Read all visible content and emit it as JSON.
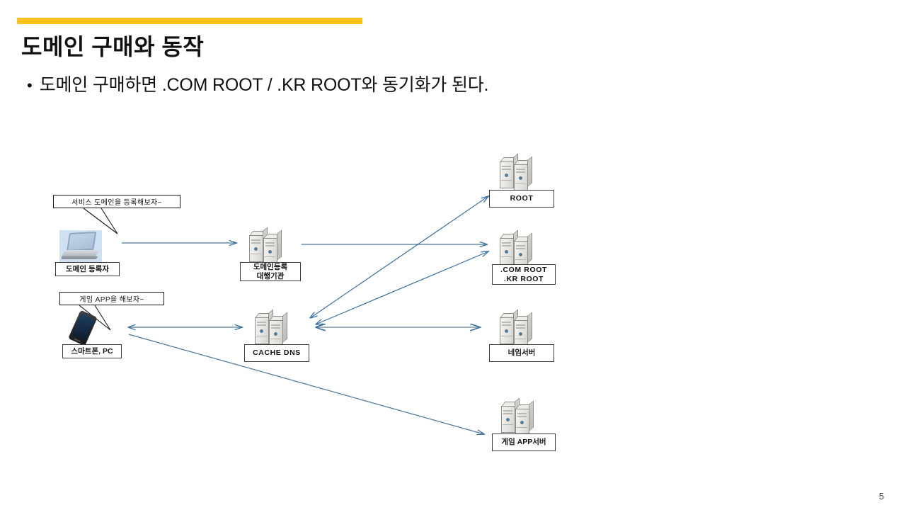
{
  "slide": {
    "title": "도메인 구매와 동작",
    "bullet_marker": "•",
    "bullet_text": "도메인 구매하면 .COM ROOT / .KR ROOT와 동기화가 된다.",
    "page_number": "5",
    "accent_color": "#fbc21b",
    "edge_color": "#3a6f9f",
    "edge_color_soft": "#7d95ad",
    "text_color": "#111111"
  },
  "diagram": {
    "callouts": [
      {
        "id": "registrant-callout",
        "text": "서비스 도메인을 등록해보자~"
      },
      {
        "id": "user-callout",
        "text": "게임 APP을 해보자~"
      }
    ],
    "nodes": [
      {
        "id": "domain-registrant",
        "label": "도메인 등록자",
        "icon": "laptop-icon",
        "lines": [
          "도메인 등록자"
        ]
      },
      {
        "id": "smartphone-pc",
        "label": "스마트폰, PC",
        "icon": "phone-icon",
        "lines": [
          "스마트폰, PC"
        ]
      },
      {
        "id": "domain-registrar",
        "label": "도메인등록 대행기관",
        "icon": "server-icon",
        "lines": [
          "도메인등록",
          "대행기관"
        ]
      },
      {
        "id": "cache-dns",
        "label": "CACHE DNS",
        "icon": "server-icon",
        "lines": [
          "CACHE DNS"
        ]
      },
      {
        "id": "root",
        "label": "ROOT",
        "icon": "server-icon",
        "lines": [
          "ROOT"
        ]
      },
      {
        "id": "com-kr-root",
        "label": ".COM ROOT .KR ROOT",
        "icon": "server-icon",
        "lines": [
          ".COM ROOT",
          ".KR ROOT"
        ]
      },
      {
        "id": "name-server",
        "label": "네임서버",
        "icon": "server-icon",
        "lines": [
          "네임서버"
        ]
      },
      {
        "id": "game-app-server",
        "label": "게임 APP서버",
        "icon": "server-icon",
        "lines": [
          "게임 APP서버"
        ]
      }
    ],
    "edges": [
      {
        "from": "domain-registrant",
        "to": "domain-registrar",
        "direction": "forward"
      },
      {
        "from": "domain-registrar",
        "to": "com-kr-root",
        "direction": "forward"
      },
      {
        "from": "root",
        "to": "cache-dns",
        "direction": "forward"
      },
      {
        "from": "com-kr-root",
        "to": "cache-dns",
        "direction": "forward"
      },
      {
        "from": "cache-dns",
        "to": "root",
        "direction": "forward"
      },
      {
        "from": "cache-dns",
        "to": "com-kr-root",
        "direction": "forward"
      },
      {
        "from": "cache-dns",
        "to": "name-server",
        "direction": "both"
      },
      {
        "from": "smartphone-pc",
        "to": "cache-dns",
        "direction": "both"
      },
      {
        "from": "smartphone-pc",
        "to": "game-app-server",
        "direction": "forward"
      }
    ]
  }
}
